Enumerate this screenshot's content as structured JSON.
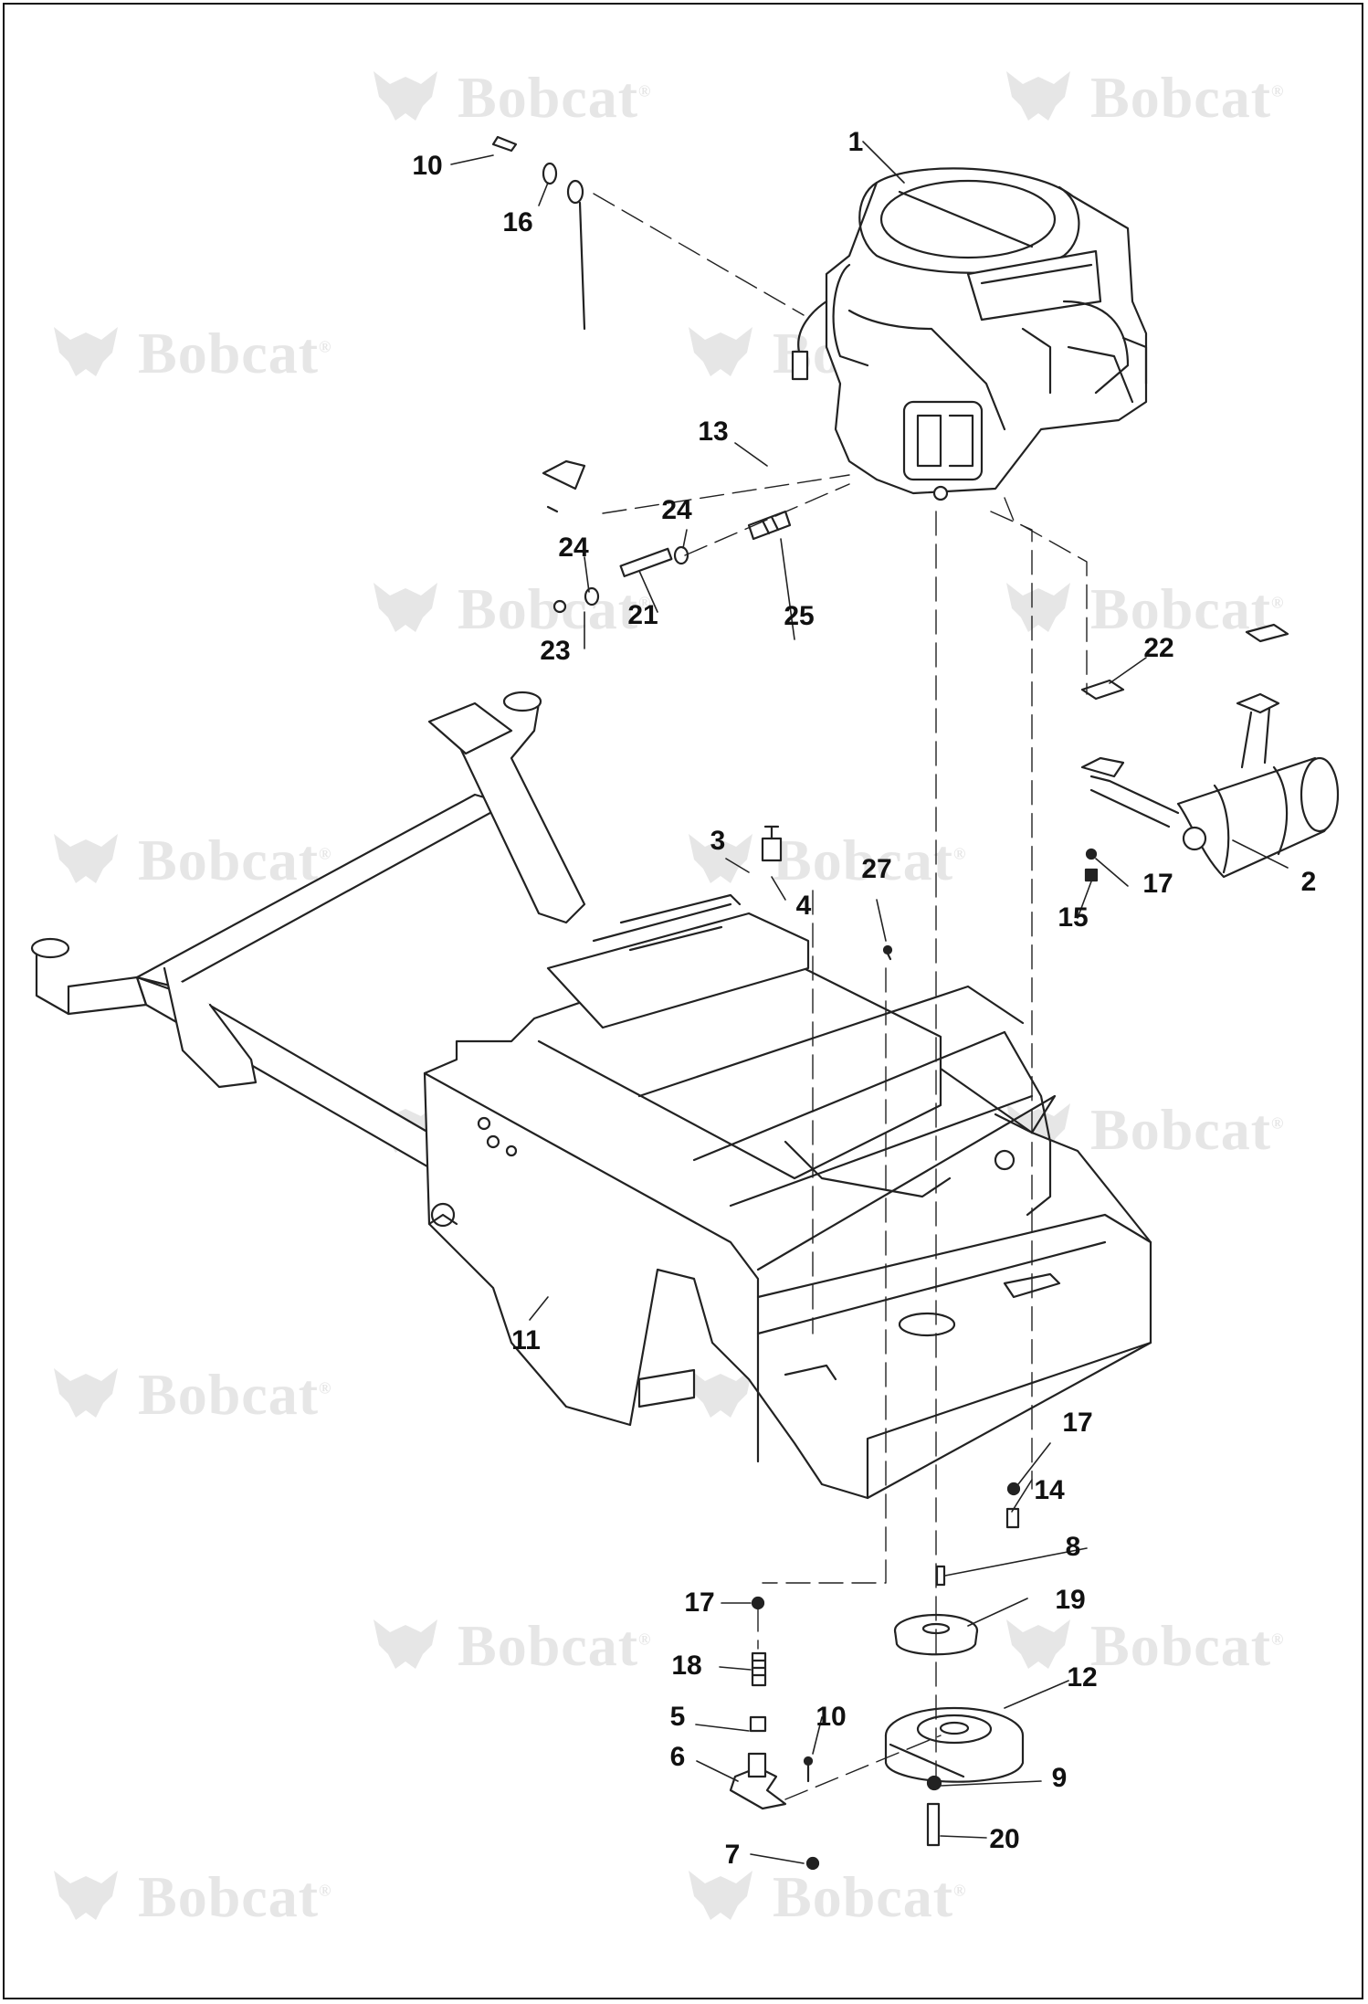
{
  "watermark": {
    "text": "Bobcat",
    "mark": "®",
    "color": "#e6e6e6"
  },
  "callouts": [
    "1",
    "2",
    "3",
    "4",
    "5",
    "6",
    "7",
    "8",
    "9",
    "10",
    "10",
    "11",
    "12",
    "13",
    "14",
    "15",
    "16",
    "17",
    "17",
    "17",
    "18",
    "19",
    "20",
    "21",
    "22",
    "23",
    "24",
    "24",
    "25",
    "27"
  ],
  "icons": {
    "watermark_logo": "bobcat-head-icon"
  }
}
